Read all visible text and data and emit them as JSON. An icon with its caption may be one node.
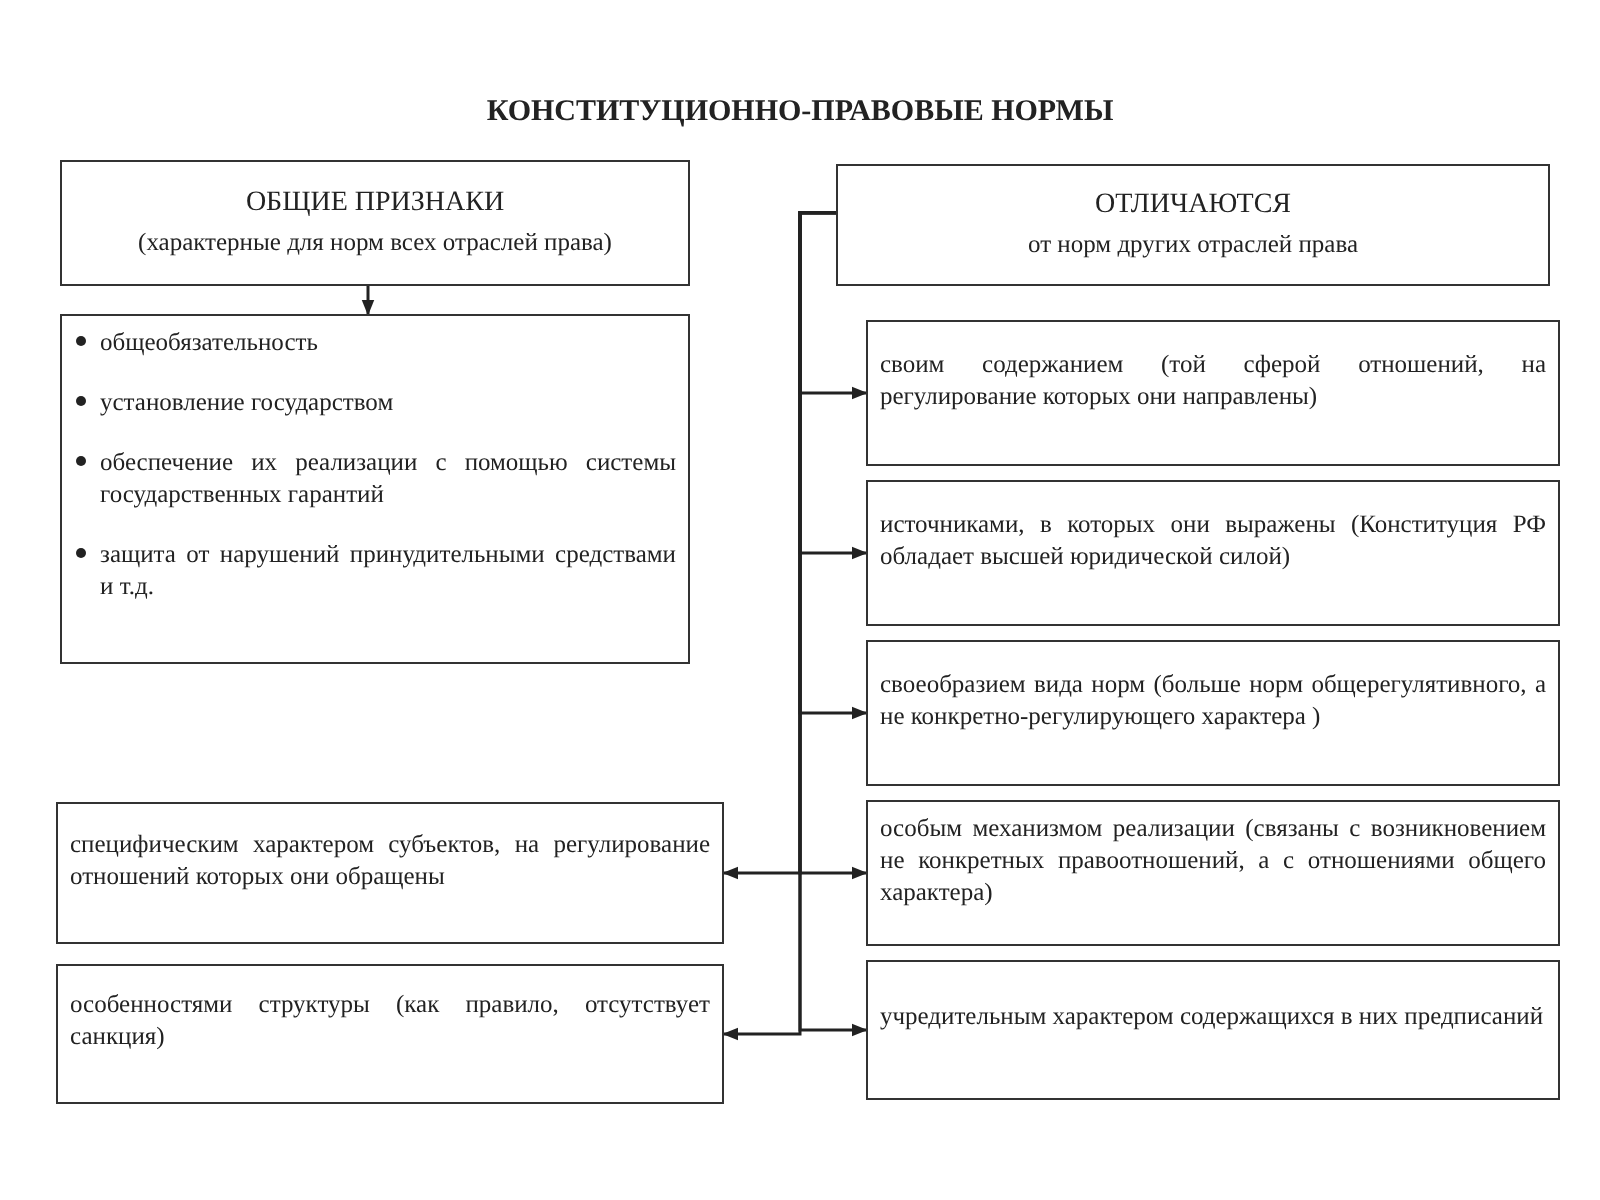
{
  "diagram": {
    "title": "КОНСТИТУЦИОННО-ПРАВОВЫЕ НОРМЫ",
    "nodes": [
      {
        "text": [
          "ОБЩИЕ ПРИЗНАКИ",
          "(характерные для норм всех отраслей права)"
        ]
      },
      {
        "text": [
          "общеобязательность",
          "установление государством",
          "обеспечение их реализации с помощью системы государственных гарантий",
          "защита от нарушений принудительными средствами и т.д."
        ]
      },
      {
        "text": [
          "ОТЛИЧАЮТСЯ",
          "от норм других отраслей права"
        ]
      },
      {
        "text": [
          "своим содержанием (той сферой отношений, на регулирование которых они направлены)"
        ]
      },
      {
        "text": [
          "источниками, в которых они выражены (Конституция РФ обладает высшей юридической силой)"
        ]
      },
      {
        "text": [
          "своеобразием вида норм (больше норм общерегулятивного, а не конкретно-регулирующего характера )"
        ]
      },
      {
        "text": [
          "особым механизмом реализации (связаны с возникновением не конкретных правоотношений, а с отношениями общего характера)"
        ]
      },
      {
        "text": [
          "учредительным характером содержащихся в них предписаний"
        ]
      },
      {
        "text": [
          "специфическим характером субъектов, на регулирование отношений которых они обращены"
        ]
      },
      {
        "text": [
          "особенностями структуры (как правило, отсутствует санкция)"
        ]
      }
    ],
    "edges": [
      {
        "from": 0,
        "to": 1,
        "arrow": "to"
      },
      {
        "from": 2,
        "to": 3,
        "arrow": "to"
      },
      {
        "from": 2,
        "to": 4,
        "arrow": "to"
      },
      {
        "from": 2,
        "to": 5,
        "arrow": "to"
      },
      {
        "from": 2,
        "to": 6,
        "arrow": "to"
      },
      {
        "from": 2,
        "to": 7,
        "arrow": "to"
      },
      {
        "from": 2,
        "to": 8,
        "arrow": "to"
      },
      {
        "from": 2,
        "to": 9,
        "arrow": "to"
      }
    ]
  }
}
